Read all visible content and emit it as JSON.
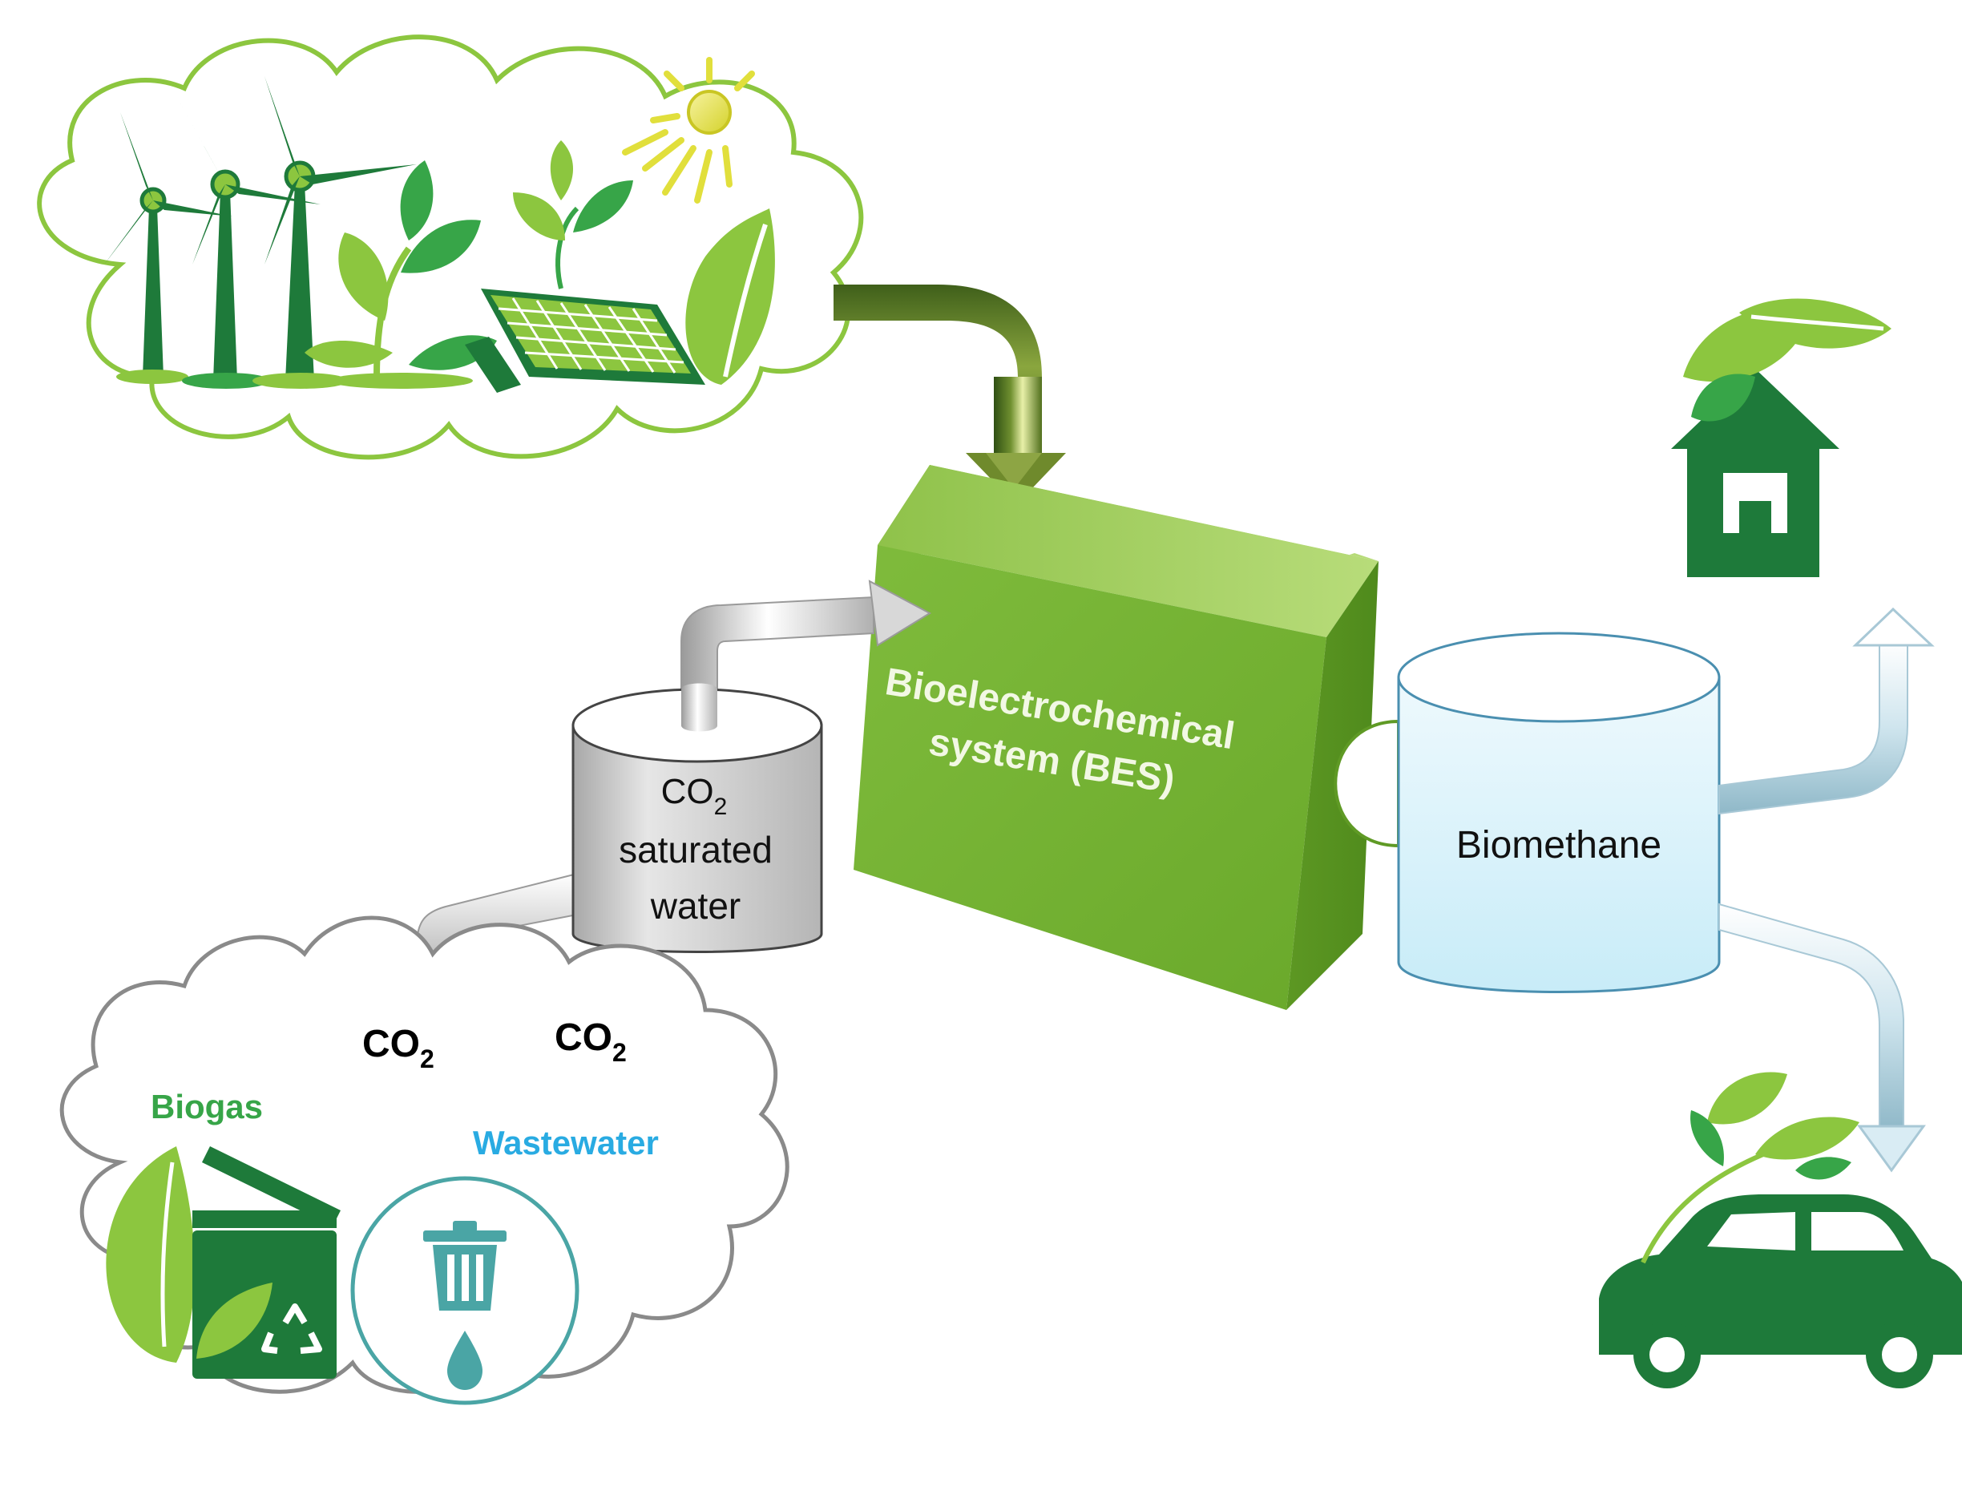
{
  "renewables_cloud": {
    "icons": [
      "wind-turbine-icon",
      "plant-icon",
      "solar-panel-icon",
      "sun-icon",
      "leaf-icon"
    ]
  },
  "tank": {
    "line1_prefix": "CO",
    "line1_sub": "2",
    "line2": "saturated",
    "line3": "water"
  },
  "bes": {
    "line1": "Bioelectrochemical",
    "line2": "system (BES)"
  },
  "biomethane": {
    "label": "Biomethane"
  },
  "source_cloud": {
    "co2_left_prefix": "CO",
    "co2_left_sub": "2",
    "co2_right_prefix": "CO",
    "co2_right_sub": "2",
    "biogas": "Biogas",
    "wastewater": "Wastewater",
    "icons": [
      "leaf-icon",
      "recycle-bin-icon",
      "recycle-icon",
      "trash-can-icon",
      "water-drop-icon"
    ]
  },
  "outputs": {
    "icons": [
      "green-house-icon",
      "green-car-icon"
    ]
  },
  "colors": {
    "dark_green": "#1e7a3a",
    "mid_green": "#37a548",
    "light_green": "#8cc63f",
    "bes_front": "#7cb83a",
    "bes_side": "#5f9a25",
    "bes_top": "#9ccb59",
    "cloud_green_stroke": "#8cc63f",
    "cloud_gray_stroke": "#8a8a8a",
    "biogas_text": "#37a548",
    "wastewater_text": "#29abe2",
    "bes_text": "#f2f8e4",
    "tank_gray": "#c9c9c9",
    "tank_blue": "#d9f2fb",
    "teal": "#4aa5a5"
  }
}
